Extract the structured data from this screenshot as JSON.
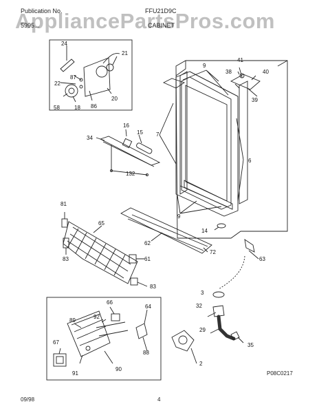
{
  "header": {
    "publication_label": "Publication No.",
    "publication_number": "5995...",
    "model": "FFU21D9C",
    "section": "CABINET",
    "watermark": "AppliancePartsPros.com"
  },
  "callouts": [
    "24",
    "21",
    "22",
    "87",
    "58",
    "18",
    "86",
    "20",
    "16",
    "15",
    "34",
    "132",
    "7",
    "9",
    "41",
    "38",
    "40",
    "39",
    "6",
    "81",
    "65",
    "83",
    "61",
    "62",
    "72",
    "14",
    "63",
    "3",
    "32",
    "29",
    "35",
    "2",
    "66",
    "92",
    "64",
    "89",
    "88",
    "67",
    "91",
    "90"
  ],
  "footer": {
    "date": "09/98",
    "page": "4",
    "diagram_code": "P08C0217"
  }
}
